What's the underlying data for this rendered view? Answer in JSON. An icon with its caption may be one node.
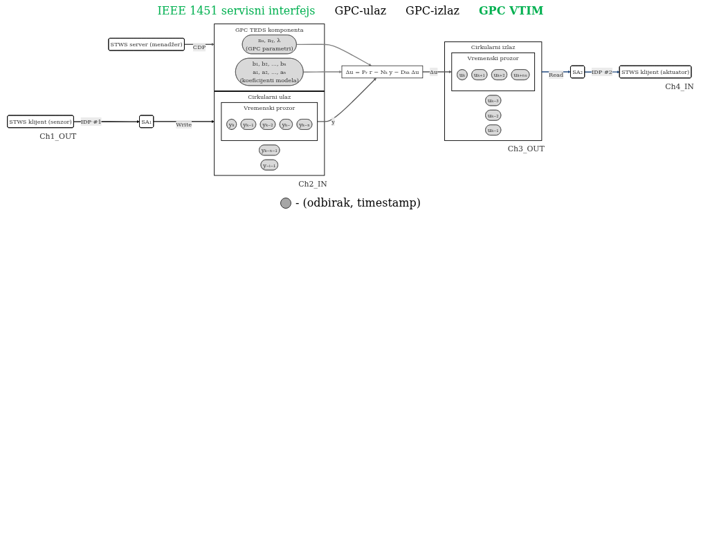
{
  "diagram": {
    "nodes": [
      {
        "text": [
          "STWS klijent (senzor)"
        ],
        "beside": [
          "Ch1_OUT"
        ]
      },
      {
        "text": [
          "SA₁"
        ]
      },
      {
        "text": [
          "STWS server (menadžer)"
        ]
      },
      {
        "text": [
          "STWS klijent (aktuator)"
        ],
        "beside": [
          "Ch4_IN"
        ]
      },
      {
        "text": [
          "SA₂"
        ]
      },
      {
        "text": [
          "Cirkularni ulaz"
        ],
        "beside": [
          "Ch2_IN"
        ]
      },
      {
        "text": [
          "Vremenski prozor"
        ],
        "in": 5
      },
      {
        "text": [
          "yₖ"
        ],
        "in": 6
      },
      {
        "text": [
          "yₖ₋₁"
        ],
        "in": 6
      },
      {
        "text": [
          "yₖ₋₂"
        ],
        "in": 6
      },
      {
        "text": [
          "yₖ₋"
        ],
        "in": 6
      },
      {
        "text": [
          "yₖ₋ₙ"
        ],
        "in": 6
      },
      {
        "text": [
          "yₖ₋ₙ₋₁"
        ],
        "in": 5
      },
      {
        "text": [
          "y₋ᵢ₋₁"
        ],
        "in": 5
      },
      {
        "text": [
          "GPC TEDS komponenta"
        ]
      },
      {
        "text": [
          "nᵤ, nᵧ, λ",
          "(GPC parametri)"
        ],
        "in": 14
      },
      {
        "text": [
          "b₁, b₂, ..., bₙ",
          "a₁, a₂, ..., aₙ",
          "(koeficijenti modela)"
        ],
        "in": 14
      },
      {
        "text": [
          "Δu = Pᵣ r − Nₖ y − Dₖₖ Δu"
        ]
      },
      {
        "text": [
          "Cirkularni izlaz"
        ],
        "beside": [
          "Ch3_OUT"
        ]
      },
      {
        "text": [
          "uₖ₋₃"
        ],
        "in": 18
      },
      {
        "text": [
          "uₖ₋₂"
        ],
        "in": 18
      },
      {
        "text": [
          "uₖ₋₁"
        ],
        "in": 18
      },
      {
        "text": [
          "Vremenski prozor"
        ],
        "in": 18
      },
      {
        "text": [
          "uₖ"
        ],
        "in": 22
      },
      {
        "text": [
          "uₖ₊₁"
        ],
        "in": 22
      },
      {
        "text": [
          "uₖ₊₂"
        ],
        "in": 22
      },
      {
        "text": [
          "uₖ₊ₙᵤ"
        ],
        "in": 22
      }
    ],
    "edges": [
      {
        "from": 0,
        "to": 1,
        "arrow": "to",
        "label": "IDP #1"
      },
      {
        "from": 1,
        "to": 5,
        "arrow": "to",
        "label": "Write"
      },
      {
        "from": 2,
        "to": 14,
        "arrow": "to",
        "label": "CDP",
        "color": "#555555"
      },
      {
        "from": 15,
        "to": 17,
        "arrow": "to",
        "color": "#808080"
      },
      {
        "from": 16,
        "to": 17,
        "arrow": "to",
        "color": "#808080"
      },
      {
        "from": 6,
        "to": 17,
        "arrow": "to",
        "label": "y",
        "color": "#595959"
      },
      {
        "from": 17,
        "to": 22,
        "arrow": "to",
        "label": "Δu",
        "color": "#595959"
      },
      {
        "from": 18,
        "to": 4,
        "arrow": "to",
        "label": "Read",
        "color": "#1f497d"
      },
      {
        "from": 4,
        "to": 3,
        "arrow": "to",
        "label": "IDP #2",
        "color": "#1f497d"
      }
    ],
    "labels": [
      "IEEE 1451 servisni interfejs",
      "GPC-ulaz",
      "GPC-izlaz",
      "GPC VTIM"
    ],
    "legend": [
      {
        "text": "- (odbirak, timestamp)"
      }
    ]
  }
}
